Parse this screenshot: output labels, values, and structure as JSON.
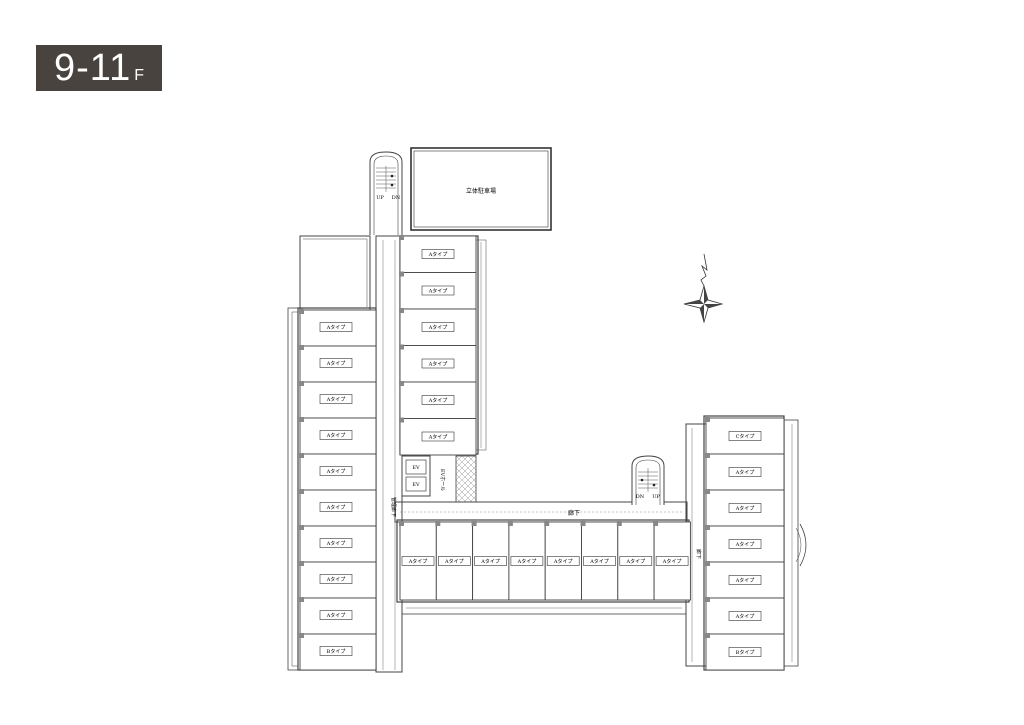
{
  "floor_badge": {
    "number": "9-11",
    "suffix": "F"
  },
  "labels": {
    "parking": "立体駐車場",
    "stair_up": "UP",
    "stair_down": "DN",
    "elevator": "EV",
    "elevator_hall": "EVホール",
    "corridor": "廊下",
    "corridor_east": "廊下",
    "corridor_west": "管理廊下"
  },
  "rooms": {
    "a_type": "Aタイプ",
    "b_type": "Bタイプ",
    "c_type": "Cタイプ"
  },
  "colors": {
    "badge": "#48433f",
    "wall": "#888888",
    "line": "#333333"
  }
}
